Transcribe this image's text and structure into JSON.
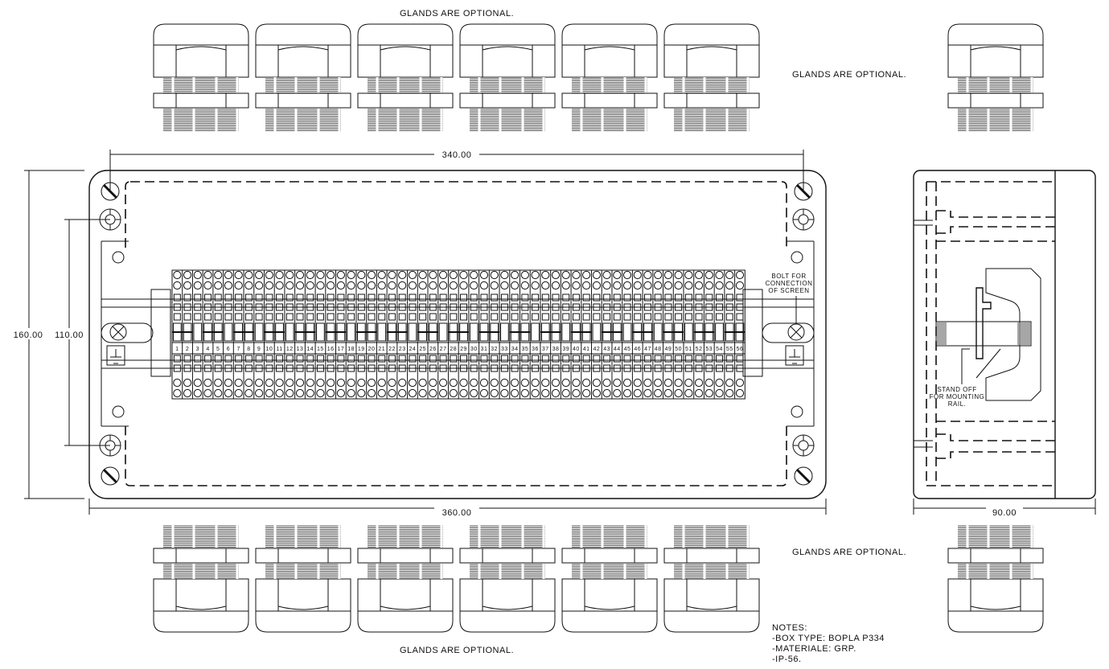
{
  "gland_note": "GLANDS ARE OPTIONAL.",
  "dimensions": {
    "top_width": "340.00",
    "bottom_width": "360.00",
    "outer_height": "160.00",
    "inner_height": "110.00",
    "side_width": "90.00"
  },
  "terminals": {
    "count": 56,
    "first": 1
  },
  "callouts": {
    "bolt": [
      "BOLT FOR",
      "CONNECTION",
      "OF SCREEN"
    ],
    "standoff": [
      "STAND OFF",
      "FOR MOUNTING",
      "RAIL."
    ]
  },
  "notes": {
    "heading": "NOTES:",
    "lines": [
      "-BOX TYPE: BOPLA P334",
      "-MATERIALE: GRP.",
      "-IP-56."
    ]
  },
  "colors": {
    "line": "#111111",
    "background": "#ffffff"
  }
}
